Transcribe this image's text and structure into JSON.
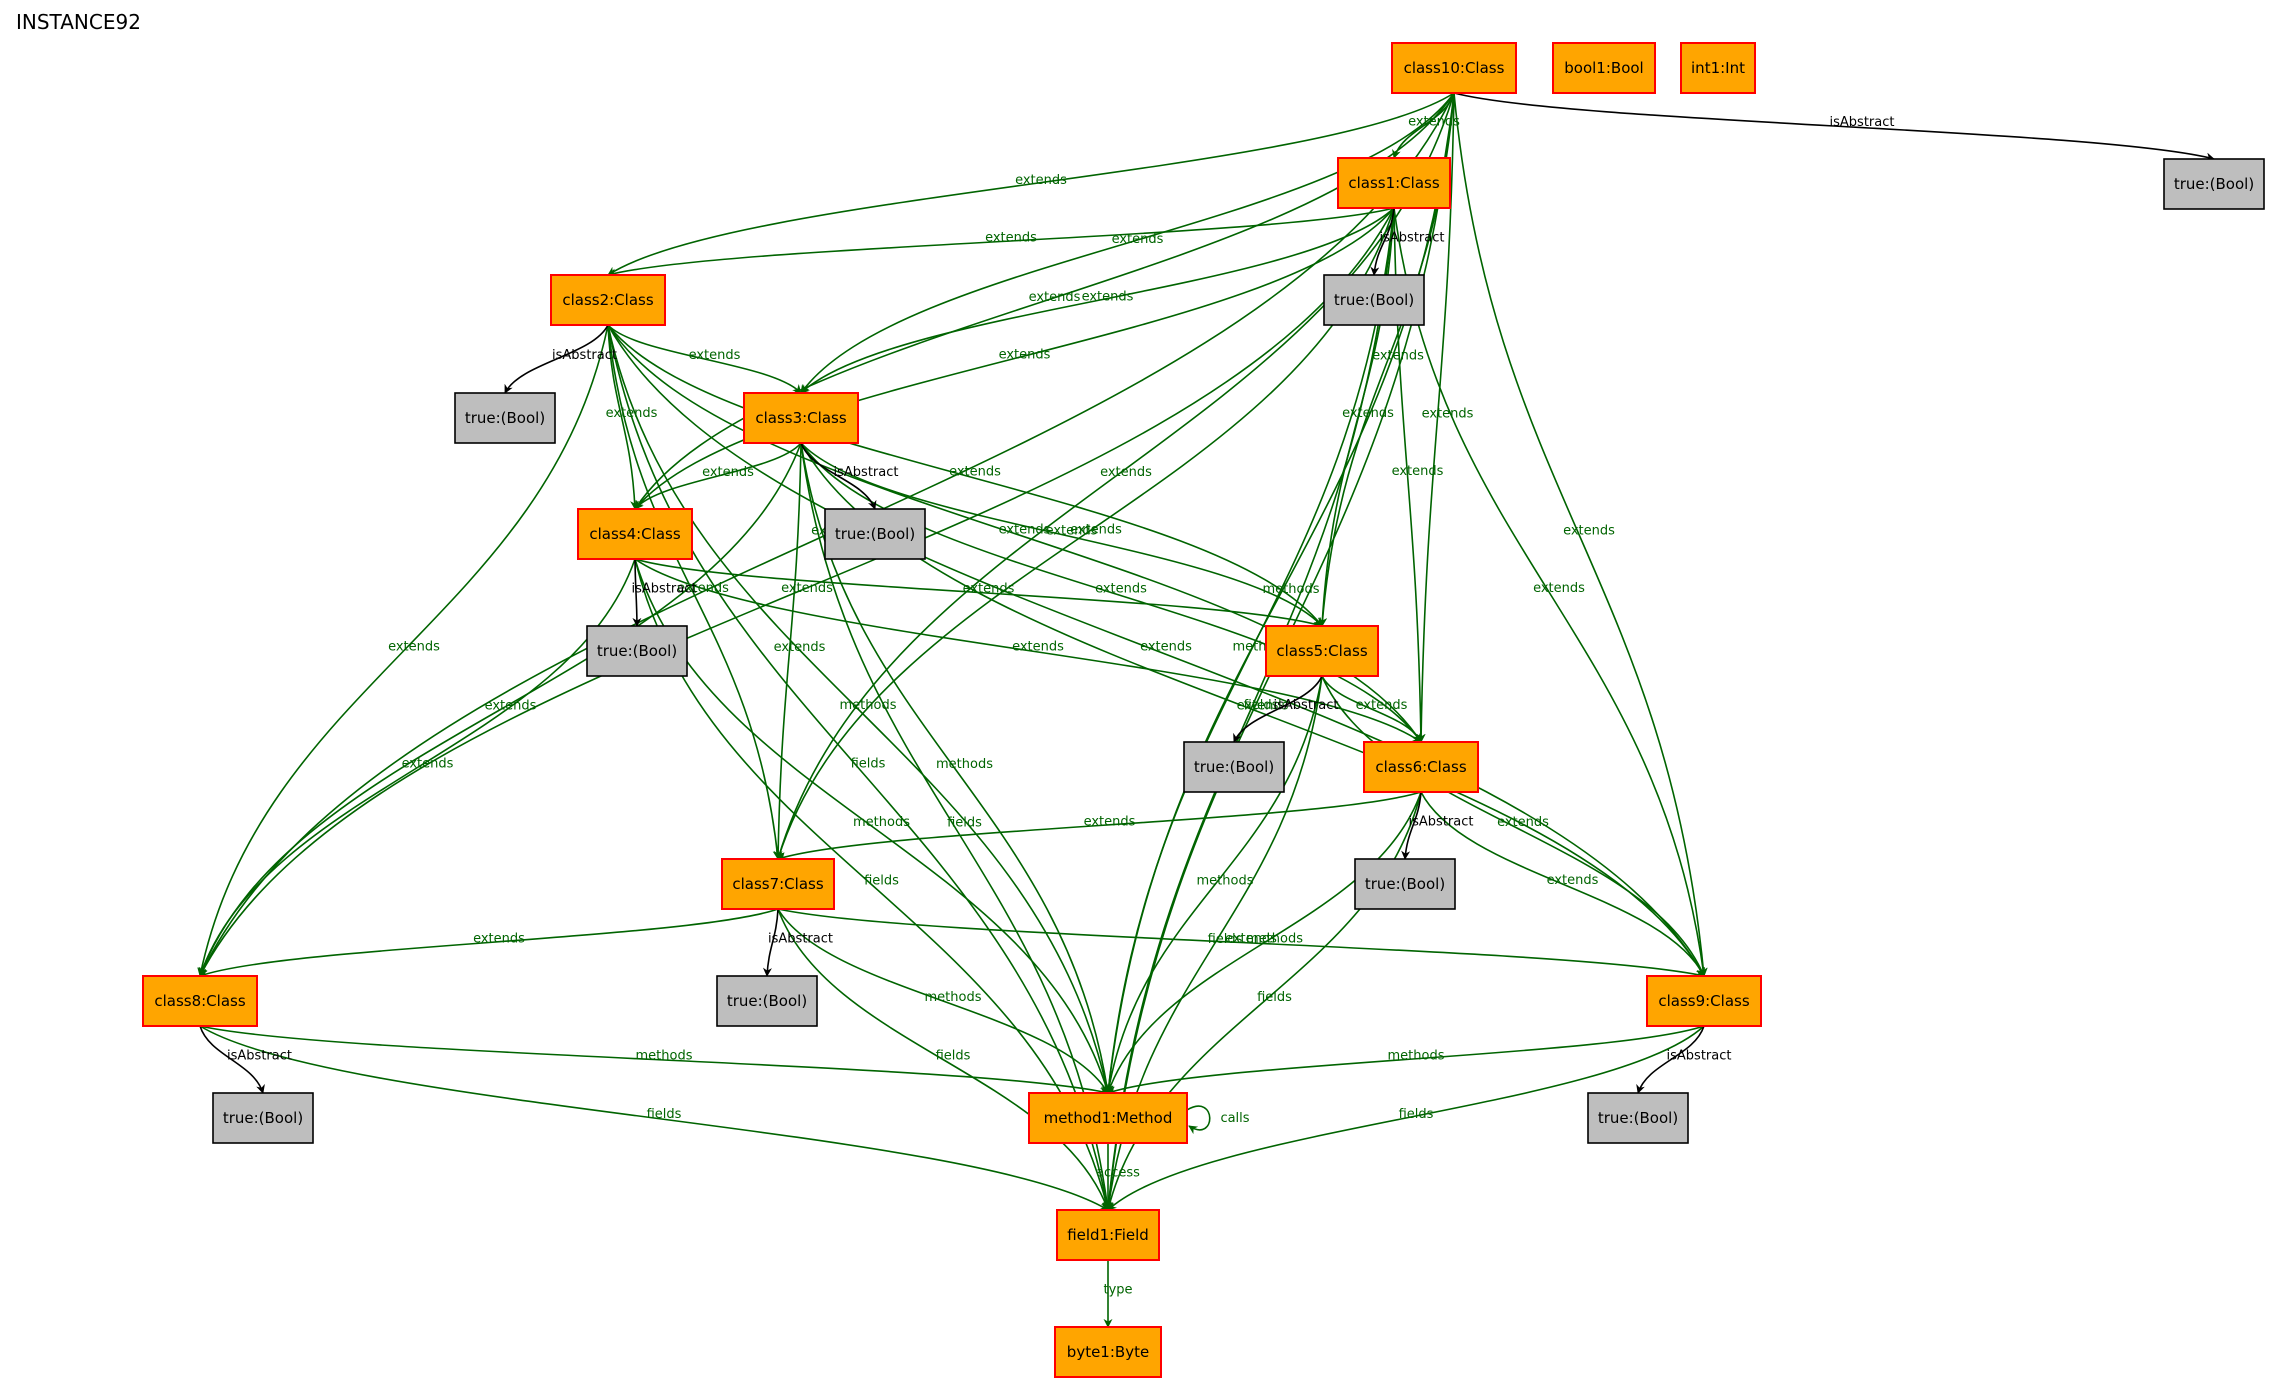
{
  "title": "INSTANCE92",
  "colors": {
    "object_fill": "#FFA500",
    "object_stroke": "#FF0000",
    "value_fill": "#BEBEBE",
    "value_stroke": "#000000",
    "ref_edge": "#006400",
    "attr_edge": "#000000"
  },
  "nodes": [
    {
      "id": "class10",
      "label": "class10:Class",
      "kind": "object"
    },
    {
      "id": "bool1",
      "label": "bool1:Bool",
      "kind": "object"
    },
    {
      "id": "int1",
      "label": "int1:Int",
      "kind": "object"
    },
    {
      "id": "class1",
      "label": "class1:Class",
      "kind": "object"
    },
    {
      "id": "class2",
      "label": "class2:Class",
      "kind": "object"
    },
    {
      "id": "class3",
      "label": "class3:Class",
      "kind": "object"
    },
    {
      "id": "class4",
      "label": "class4:Class",
      "kind": "object"
    },
    {
      "id": "class5",
      "label": "class5:Class",
      "kind": "object"
    },
    {
      "id": "class6",
      "label": "class6:Class",
      "kind": "object"
    },
    {
      "id": "class7",
      "label": "class7:Class",
      "kind": "object"
    },
    {
      "id": "class8",
      "label": "class8:Class",
      "kind": "object"
    },
    {
      "id": "class9",
      "label": "class9:Class",
      "kind": "object"
    },
    {
      "id": "method1",
      "label": "method1:Method",
      "kind": "object"
    },
    {
      "id": "field1",
      "label": "field1:Field",
      "kind": "object"
    },
    {
      "id": "byte1",
      "label": "byte1:Byte",
      "kind": "object"
    },
    {
      "id": "t10",
      "label": "true:(Bool)",
      "kind": "value"
    },
    {
      "id": "t1",
      "label": "true:(Bool)",
      "kind": "value"
    },
    {
      "id": "t2",
      "label": "true:(Bool)",
      "kind": "value"
    },
    {
      "id": "t3",
      "label": "true:(Bool)",
      "kind": "value"
    },
    {
      "id": "t4",
      "label": "true:(Bool)",
      "kind": "value"
    },
    {
      "id": "t5",
      "label": "true:(Bool)",
      "kind": "value"
    },
    {
      "id": "t6",
      "label": "true:(Bool)",
      "kind": "value"
    },
    {
      "id": "t7",
      "label": "true:(Bool)",
      "kind": "value"
    },
    {
      "id": "t8",
      "label": "true:(Bool)",
      "kind": "value"
    },
    {
      "id": "t9",
      "label": "true:(Bool)",
      "kind": "value"
    }
  ],
  "edges": [
    {
      "from": "class10",
      "to": "class1",
      "label": "extends"
    },
    {
      "from": "class10",
      "to": "class2",
      "label": "extends"
    },
    {
      "from": "class10",
      "to": "class3",
      "label": "extends"
    },
    {
      "from": "class10",
      "to": "class4",
      "label": "extends"
    },
    {
      "from": "class10",
      "to": "class5",
      "label": "extends"
    },
    {
      "from": "class10",
      "to": "class6",
      "label": "extends"
    },
    {
      "from": "class10",
      "to": "class7",
      "label": "extends"
    },
    {
      "from": "class10",
      "to": "class8",
      "label": "extends"
    },
    {
      "from": "class10",
      "to": "class9",
      "label": "extends"
    },
    {
      "from": "class10",
      "to": "method1",
      "label": "methods"
    },
    {
      "from": "class10",
      "to": "field1",
      "label": "fields"
    },
    {
      "from": "class10",
      "to": "t10",
      "label": "isAbstract"
    },
    {
      "from": "class1",
      "to": "class2",
      "label": "extends"
    },
    {
      "from": "class1",
      "to": "class3",
      "label": "extends"
    },
    {
      "from": "class1",
      "to": "class4",
      "label": "extends"
    },
    {
      "from": "class1",
      "to": "class5",
      "label": "extends"
    },
    {
      "from": "class1",
      "to": "class6",
      "label": "extends"
    },
    {
      "from": "class1",
      "to": "class7",
      "label": "extends"
    },
    {
      "from": "class1",
      "to": "class8",
      "label": "extends"
    },
    {
      "from": "class1",
      "to": "class9",
      "label": "extends"
    },
    {
      "from": "class1",
      "to": "method1",
      "label": "methods"
    },
    {
      "from": "class1",
      "to": "field1",
      "label": "fields"
    },
    {
      "from": "class1",
      "to": "t1",
      "label": "isAbstract"
    },
    {
      "from": "class2",
      "to": "class3",
      "label": "extends"
    },
    {
      "from": "class2",
      "to": "class4",
      "label": "extends"
    },
    {
      "from": "class2",
      "to": "class5",
      "label": "extends"
    },
    {
      "from": "class2",
      "to": "class6",
      "label": "extends"
    },
    {
      "from": "class2",
      "to": "class7",
      "label": "extends"
    },
    {
      "from": "class2",
      "to": "class8",
      "label": "extends"
    },
    {
      "from": "class2",
      "to": "class9",
      "label": "extends"
    },
    {
      "from": "class2",
      "to": "method1",
      "label": "methods"
    },
    {
      "from": "class2",
      "to": "field1",
      "label": "fields"
    },
    {
      "from": "class2",
      "to": "t2",
      "label": "isAbstract"
    },
    {
      "from": "class3",
      "to": "class4",
      "label": "extends"
    },
    {
      "from": "class3",
      "to": "class5",
      "label": "extends"
    },
    {
      "from": "class3",
      "to": "class6",
      "label": "extends"
    },
    {
      "from": "class3",
      "to": "class7",
      "label": "extends"
    },
    {
      "from": "class3",
      "to": "class8",
      "label": "extends"
    },
    {
      "from": "class3",
      "to": "class9",
      "label": "extends"
    },
    {
      "from": "class3",
      "to": "method1",
      "label": "methods"
    },
    {
      "from": "class3",
      "to": "field1",
      "label": "fields"
    },
    {
      "from": "class3",
      "to": "t3",
      "label": "isAbstract"
    },
    {
      "from": "class4",
      "to": "class5",
      "label": "extends"
    },
    {
      "from": "class4",
      "to": "class6",
      "label": "extends"
    },
    {
      "from": "class4",
      "to": "class8",
      "label": "extends"
    },
    {
      "from": "class4",
      "to": "method1",
      "label": "methods"
    },
    {
      "from": "class4",
      "to": "field1",
      "label": "fields"
    },
    {
      "from": "class4",
      "to": "t4",
      "label": "isAbstract"
    },
    {
      "from": "class5",
      "to": "class6",
      "label": "extends"
    },
    {
      "from": "class5",
      "to": "class9",
      "label": "extends"
    },
    {
      "from": "class5",
      "to": "method1",
      "label": "methods"
    },
    {
      "from": "class5",
      "to": "field1",
      "label": "fields"
    },
    {
      "from": "class5",
      "to": "t5",
      "label": "isAbstract"
    },
    {
      "from": "class6",
      "to": "class7",
      "label": "extends"
    },
    {
      "from": "class6",
      "to": "class9",
      "label": "extends"
    },
    {
      "from": "class6",
      "to": "method1",
      "label": "methods"
    },
    {
      "from": "class6",
      "to": "field1",
      "label": "fields"
    },
    {
      "from": "class6",
      "to": "t6",
      "label": "isAbstract"
    },
    {
      "from": "class7",
      "to": "class8",
      "label": "extends"
    },
    {
      "from": "class7",
      "to": "class9",
      "label": "extends"
    },
    {
      "from": "class7",
      "to": "method1",
      "label": "methods"
    },
    {
      "from": "class7",
      "to": "field1",
      "label": "fields"
    },
    {
      "from": "class7",
      "to": "t7",
      "label": "isAbstract"
    },
    {
      "from": "class8",
      "to": "method1",
      "label": "methods"
    },
    {
      "from": "class8",
      "to": "field1",
      "label": "fields"
    },
    {
      "from": "class8",
      "to": "t8",
      "label": "isAbstract"
    },
    {
      "from": "class9",
      "to": "method1",
      "label": "methods"
    },
    {
      "from": "class9",
      "to": "field1",
      "label": "fields"
    },
    {
      "from": "class9",
      "to": "t9",
      "label": "isAbstract"
    },
    {
      "from": "method1",
      "to": "method1",
      "label": "calls"
    },
    {
      "from": "method1",
      "to": "field1",
      "label": "access"
    },
    {
      "from": "field1",
      "to": "byte1",
      "label": "type"
    }
  ]
}
